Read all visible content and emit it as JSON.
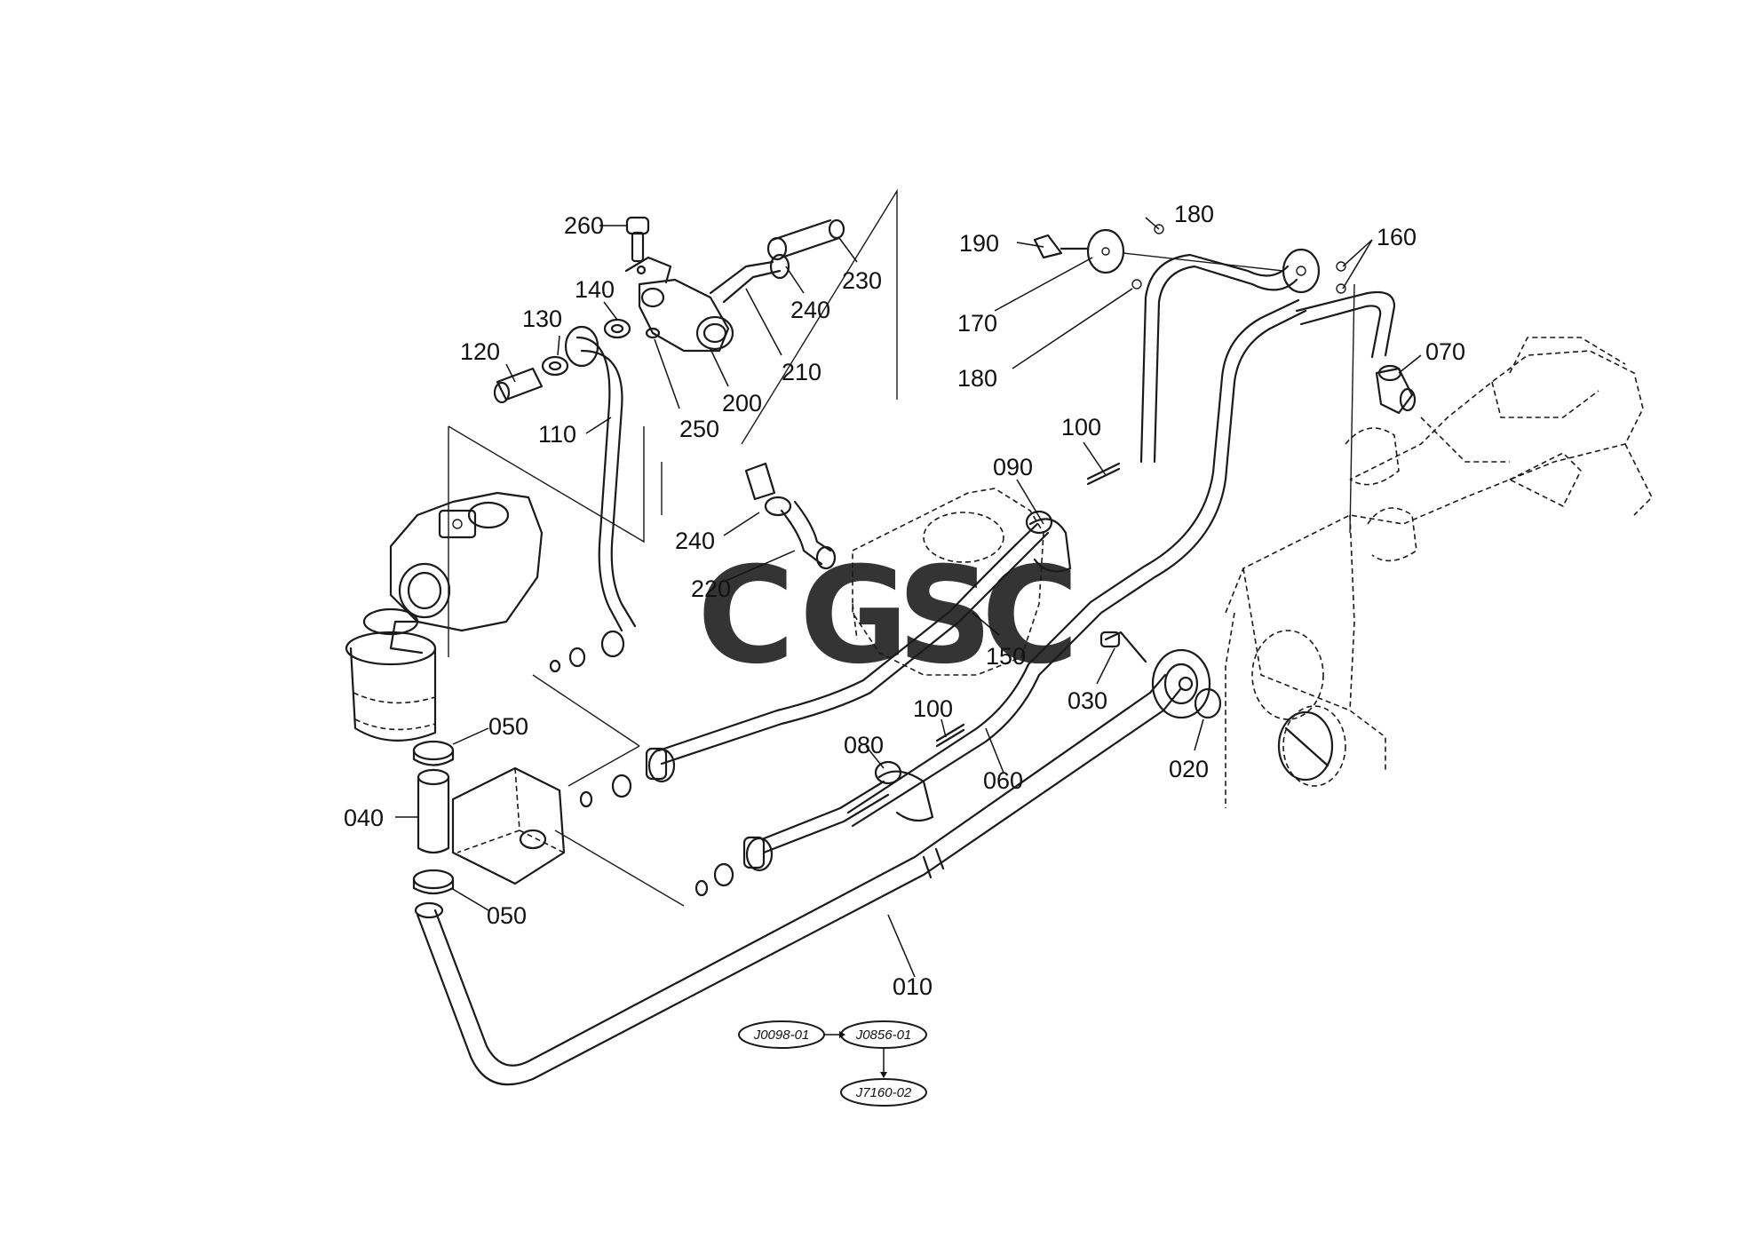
{
  "callouts": [
    "260",
    "230",
    "140",
    "240",
    "130",
    "120",
    "210",
    "200",
    "250",
    "110",
    "190",
    "180",
    "160",
    "170",
    "180",
    "070",
    "100",
    "090",
    "240",
    "220",
    "150",
    "030",
    "100",
    "080",
    "060",
    "020",
    "050",
    "040",
    "050",
    "010"
  ],
  "references": [
    "J0098-01",
    "J0856-01",
    "J7160-02"
  ],
  "watermark": {
    "letters": [
      "C",
      "G",
      "S",
      "C"
    ],
    "colors": [
      "#4f8ef7",
      "#ef6b6b",
      "#f6c744",
      "#4fb87a"
    ]
  }
}
